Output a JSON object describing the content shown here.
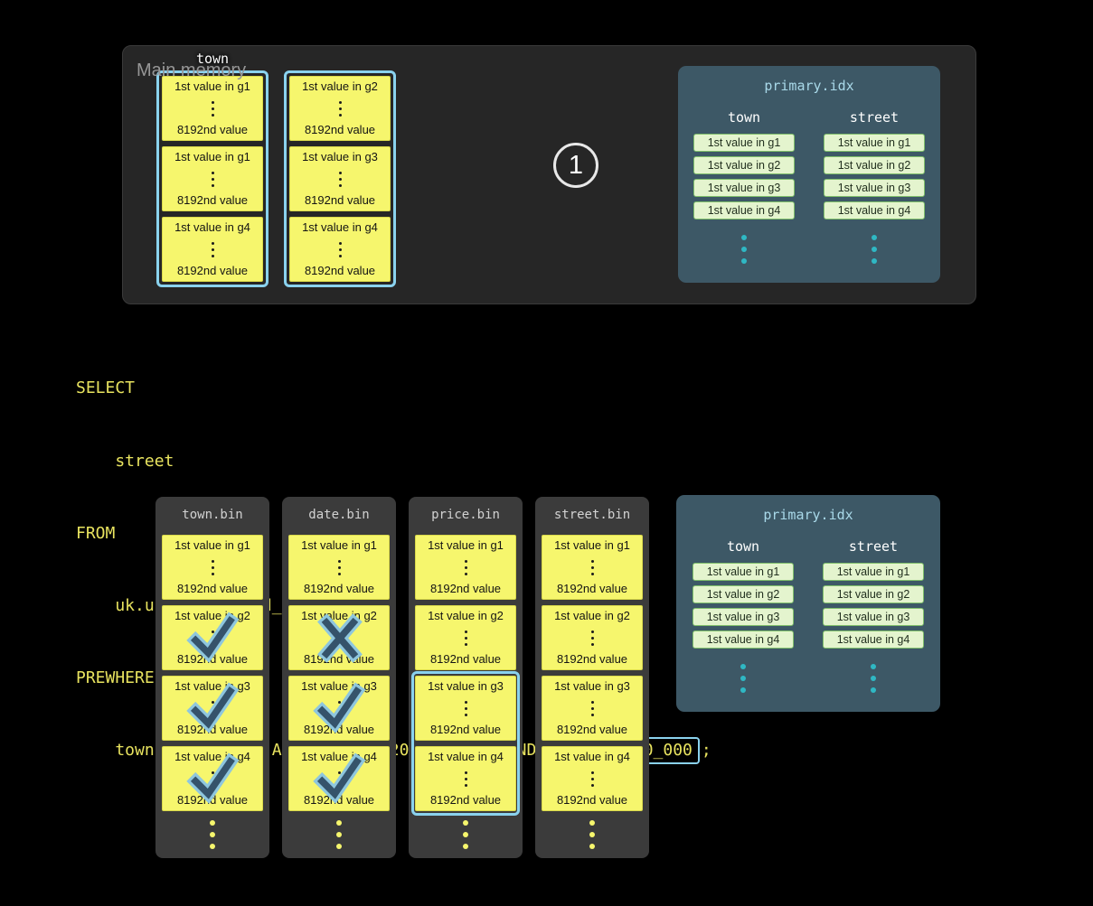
{
  "colors": {
    "background": "#000000",
    "memory_panel": "#262626",
    "file_panel": "#3b3b3b",
    "granule_fill": "#f6f66d",
    "granule_border": "#d9d94a",
    "selection_blue": "#8ad2ee",
    "index_panel": "#3d5866",
    "index_title": "#a9d9e9",
    "pill_fill": "#e4f4ce",
    "pill_border": "#7fbf6a",
    "teal_dot": "#2fb8c4",
    "sql_yellow": "#e8e35f",
    "mark_dark": "#35536b",
    "mark_light": "#8ec6de",
    "label_grey": "#969696"
  },
  "main_memory": {
    "label": "Main memory",
    "column_label": "town",
    "step": "1",
    "stacks": [
      {
        "granules": [
          {
            "first": "1st value in g1",
            "last": "8192nd value"
          },
          {
            "first": "1st value in g1",
            "last": "8192nd value"
          },
          {
            "first": "1st value in g4",
            "last": "8192nd value"
          }
        ]
      },
      {
        "granules": [
          {
            "first": "1st value in g2",
            "last": "8192nd value"
          },
          {
            "first": "1st value in g3",
            "last": "8192nd value"
          },
          {
            "first": "1st value in g4",
            "last": "8192nd value"
          }
        ]
      }
    ]
  },
  "primary_index": {
    "title": "primary.idx",
    "columns": [
      {
        "header": "town",
        "entries": [
          "1st value in g1",
          "1st value in g2",
          "1st value in g3",
          "1st value in g4"
        ]
      },
      {
        "header": "street",
        "entries": [
          "1st value in g1",
          "1st value in g2",
          "1st value in g3",
          "1st value in g4"
        ]
      }
    ]
  },
  "query": {
    "line1": "SELECT",
    "line2": "    street",
    "line3": "FROM",
    "line4": "    uk.uk_price_paid_simple",
    "line5": "PREWHERE",
    "line6_prefix": "    town = 'LONDON' AND date > '2024-12-31' AND ",
    "line6_highlight": "price < 10_000",
    "line6_suffix": ";"
  },
  "column_files": [
    {
      "name": "town.bin",
      "selection": null,
      "granules": [
        {
          "first": "1st value in g1",
          "last": "8192nd value",
          "mark": "none"
        },
        {
          "first": "1st value in g2",
          "last": "8192nd value",
          "mark": "check"
        },
        {
          "first": "1st value in g3",
          "last": "8192nd value",
          "mark": "check"
        },
        {
          "first": "1st value in g4",
          "last": "8192nd value",
          "mark": "check"
        }
      ]
    },
    {
      "name": "date.bin",
      "selection": null,
      "granules": [
        {
          "first": "1st value in g1",
          "last": "8192nd value",
          "mark": "none"
        },
        {
          "first": "1st value in g2",
          "last": "8192nd value",
          "mark": "cross"
        },
        {
          "first": "1st value in g3",
          "last": "8192nd value",
          "mark": "check"
        },
        {
          "first": "1st value in g4",
          "last": "8192nd value",
          "mark": "check"
        }
      ]
    },
    {
      "name": "price.bin",
      "selection": [
        2,
        3
      ],
      "granules": [
        {
          "first": "1st value in g1",
          "last": "8192nd value",
          "mark": "none"
        },
        {
          "first": "1st value in g2",
          "last": "8192nd value",
          "mark": "none"
        },
        {
          "first": "1st value in g3",
          "last": "8192nd value",
          "mark": "none"
        },
        {
          "first": "1st value in g4",
          "last": "8192nd value",
          "mark": "none"
        }
      ]
    },
    {
      "name": "street.bin",
      "selection": null,
      "granules": [
        {
          "first": "1st value in g1",
          "last": "8192nd value",
          "mark": "none"
        },
        {
          "first": "1st value in g2",
          "last": "8192nd value",
          "mark": "none"
        },
        {
          "first": "1st value in g3",
          "last": "8192nd value",
          "mark": "none"
        },
        {
          "first": "1st value in g4",
          "last": "8192nd value",
          "mark": "none"
        }
      ]
    }
  ]
}
